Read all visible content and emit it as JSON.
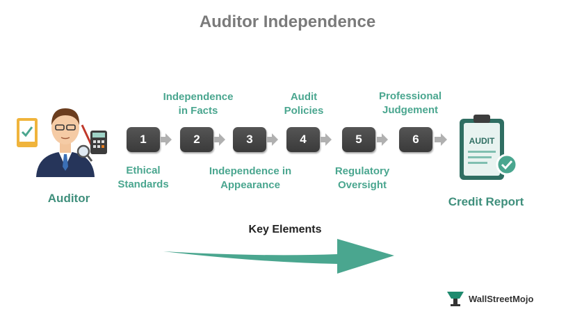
{
  "title": "Auditor Independence",
  "auditor_label": "Auditor",
  "report_label": "Credit Report",
  "report_card_text": "AUDIT",
  "key_elements_label": "Key Elements",
  "steps": [
    {
      "number": "1",
      "label": "Ethical\nStandards"
    },
    {
      "number": "2",
      "label": "Independence\nin Facts"
    },
    {
      "number": "3",
      "label": "Independence in\nAppearance"
    },
    {
      "number": "4",
      "label": "Audit\nPolicies"
    },
    {
      "number": "5",
      "label": "Regulatory\nOversight"
    },
    {
      "number": "6",
      "label": "Professional\nJudgement"
    }
  ],
  "logo_text": "WallStreetMojo",
  "colors": {
    "accent": "#4aa68f",
    "step_box": "#444444",
    "arrow": "#b0b0b0",
    "title": "#7a7a7a"
  }
}
